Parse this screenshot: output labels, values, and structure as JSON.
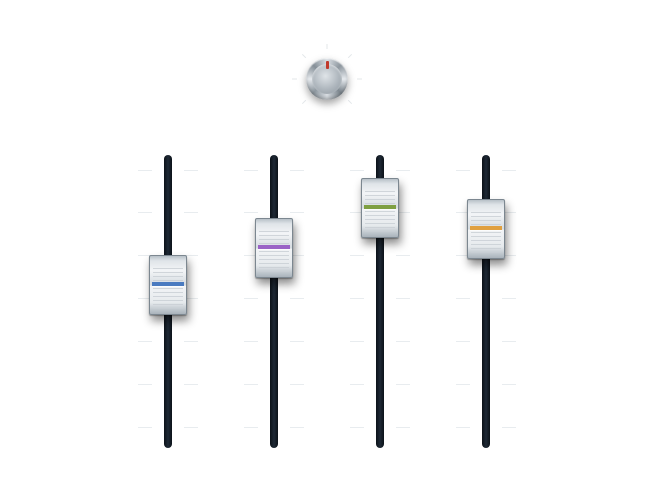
{
  "knob": {
    "icon": "rotary-knob",
    "indicator_color": "#c0392b",
    "value": 0.5
  },
  "channels": [
    {
      "stripe_color": "#4a7bc0",
      "level": 0.57
    },
    {
      "stripe_color": "#9a63c6",
      "level": 0.73
    },
    {
      "stripe_color": "#7fa043",
      "level": 0.9
    },
    {
      "stripe_color": "#e0a040",
      "level": 0.81
    }
  ]
}
